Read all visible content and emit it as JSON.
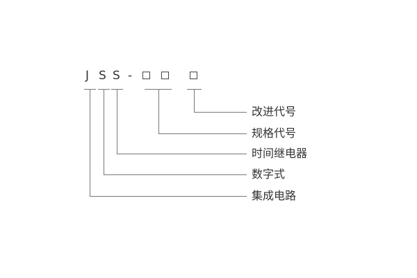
{
  "code": {
    "chars": [
      "J",
      "S",
      "S",
      "-"
    ],
    "boxes": 3
  },
  "labels": [
    "改进代号",
    "规格代号",
    "时间继电器",
    "数字式",
    "集成电路"
  ]
}
